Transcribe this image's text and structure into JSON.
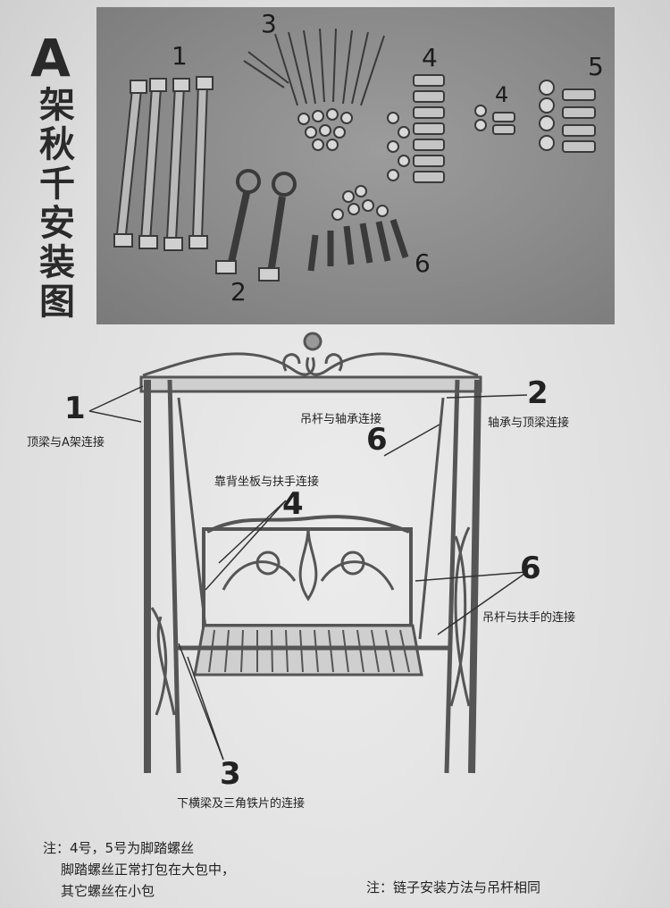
{
  "title": {
    "letter": "A",
    "vertical": "架秋千安装图"
  },
  "photo_labels": {
    "p1": "1",
    "p2": "2",
    "p3": "3",
    "p4a": "4",
    "p4b": "4",
    "p5": "5",
    "p6": "6"
  },
  "diagram_labels": {
    "n1": "1",
    "n1_text": "顶梁与A架连接",
    "n2": "2",
    "n2_text": "轴承与顶梁连接",
    "n6_top_text": "吊杆与轴承连接",
    "n6_top": "6",
    "n4_text": "靠背坐板与扶手连接",
    "n4": "4",
    "n6_right": "6",
    "n6_right_text": "吊杆与扶手的连接",
    "n3": "3",
    "n3_text": "下横梁及三角铁片的连接"
  },
  "notes": {
    "left_line1": "注：4号，5号为脚踏螺丝",
    "left_line2": "脚踏螺丝正常打包在大包中，",
    "left_line3": "其它螺丝在小包",
    "right": "注：链子安装方法与吊杆相同"
  }
}
